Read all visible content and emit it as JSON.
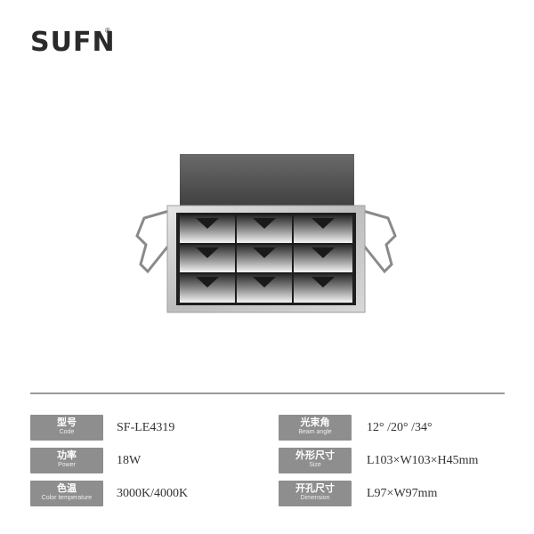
{
  "brand": {
    "name": "SUFN",
    "mark": "®"
  },
  "specs_left": [
    {
      "zh": "型号",
      "en": "Code",
      "value": "SF-LE4319"
    },
    {
      "zh": "功率",
      "en": "Power",
      "value": "18W"
    },
    {
      "zh": "色温",
      "en": "Color temperature",
      "value": "3000K/4000K"
    }
  ],
  "specs_right": [
    {
      "zh": "光束角",
      "en": "Beam angle",
      "value": "12° /20° /34°"
    },
    {
      "zh": "外形尺寸",
      "en": "Size",
      "value": "L103×W103×H45mm"
    },
    {
      "zh": "开孔尺寸",
      "en": "Dimension",
      "value": "L97×W97mm"
    }
  ],
  "colors": {
    "label_bg": "#8e8e8e",
    "divider": "#9a9a9a",
    "text": "#333333"
  }
}
